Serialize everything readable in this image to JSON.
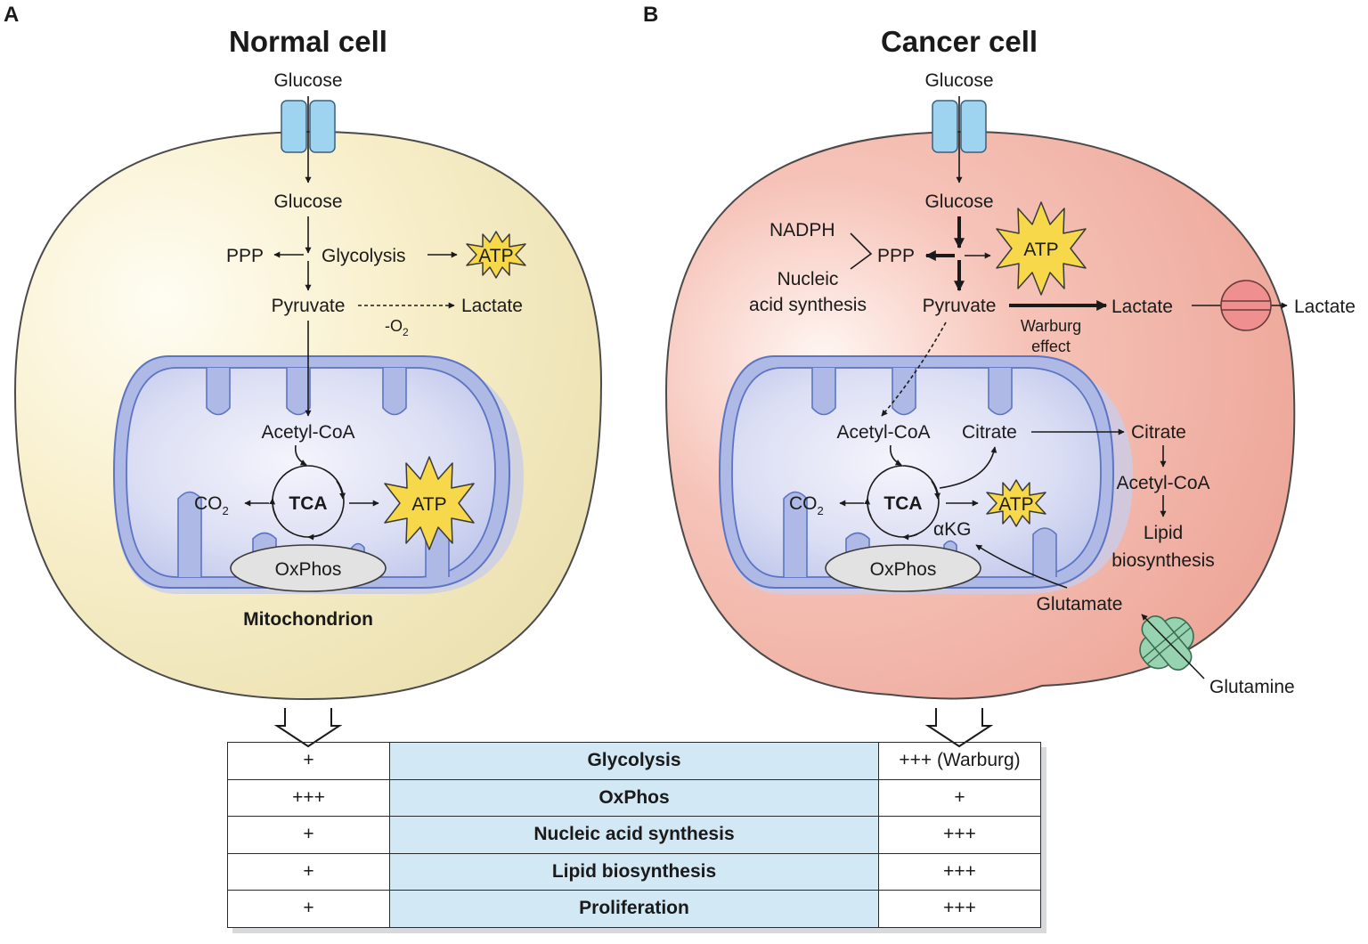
{
  "panel_a": {
    "letter": "A",
    "title": "Normal cell",
    "glucose_outside": "Glucose",
    "glucose_inside": "Glucose",
    "ppp": "PPP",
    "glycolysis": "Glycolysis",
    "atp_glycolysis": "ATP",
    "pyruvate": "Pyruvate",
    "lactate": "Lactate",
    "minus_o2": "-O",
    "o2_subscript": "2",
    "acetyl_coa": "Acetyl-CoA",
    "co2": "CO",
    "co2_subscript": "2",
    "tca": "TCA",
    "atp_tca": "ATP",
    "oxphos": "OxPhos",
    "mitochondrion": "Mitochondrion"
  },
  "panel_b": {
    "letter": "B",
    "title": "Cancer cell",
    "glucose_outside": "Glucose",
    "glucose_inside": "Glucose",
    "nadph": "NADPH",
    "nucleic_line1": "Nucleic",
    "nucleic_line2": "acid synthesis",
    "ppp": "PPP",
    "atp_glycolysis": "ATP",
    "pyruvate": "Pyruvate",
    "lactate_inside": "Lactate",
    "lactate_outside": "Lactate",
    "warburg_line1": "Warburg",
    "warburg_line2": "effect",
    "acetyl_coa_mito": "Acetyl-CoA",
    "citrate_mito": "Citrate",
    "citrate_cyto": "Citrate",
    "acetyl_coa_cyto": "Acetyl-CoA",
    "lipid_line1": "Lipid",
    "lipid_line2": "biosynthesis",
    "co2": "CO",
    "co2_subscript": "2",
    "tca": "TCA",
    "atp_tca": "ATP",
    "akg": "αKG",
    "oxphos": "OxPhos",
    "glutamate": "Glutamate",
    "glutamine": "Glutamine"
  },
  "comparison_table": {
    "rows": [
      {
        "normal": "+",
        "process": "Glycolysis",
        "cancer": "+++ (Warburg)"
      },
      {
        "normal": "+++",
        "process": "OxPhos",
        "cancer": "+"
      },
      {
        "normal": "+",
        "process": "Nucleic acid synthesis",
        "cancer": "+++"
      },
      {
        "normal": "+",
        "process": "Lipid biosynthesis",
        "cancer": "+++"
      },
      {
        "normal": "+",
        "process": "Proliferation",
        "cancer": "+++"
      }
    ]
  },
  "colors": {
    "normal_cell": "#f5ecc4",
    "cancer_cell": "#f2b2a8",
    "mitochondrion": "#c6cdef",
    "atp_star": "#f6d84a",
    "glucose_transporter": "#9ed4ef",
    "lactate_transporter": "#ef8f8f",
    "glutamine_transporter": "#98d3b1",
    "table_highlight": "#d3e8f5"
  }
}
